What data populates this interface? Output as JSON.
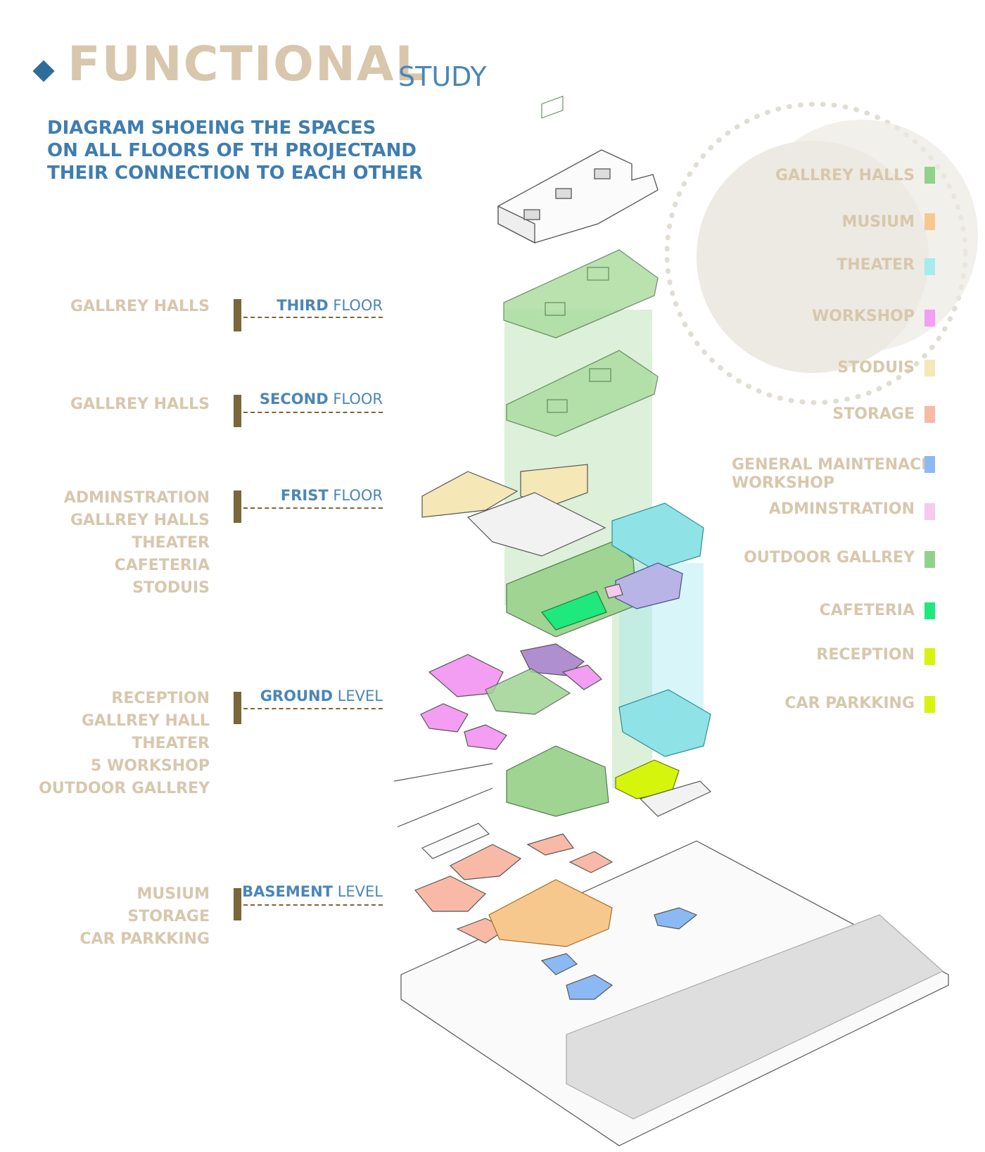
{
  "header": {
    "title_main": "FUNCTIONAL",
    "title_sub": "STUDY",
    "caption_lines": [
      "DIAGRAM SHOEING THE SPACES",
      "ON ALL FLOORS OF TH PROJECTAND",
      "THEIR CONNECTION TO EACH OTHER"
    ]
  },
  "floors": [
    {
      "name_bold": "THIRD",
      "name_rest": " FLOOR",
      "spaces": [
        "GALLREY HALLS"
      ]
    },
    {
      "name_bold": "SECOND",
      "name_rest": " FLOOR",
      "spaces": [
        "GALLREY HALLS"
      ]
    },
    {
      "name_bold": "FRIST",
      "name_rest": " FLOOR",
      "spaces": [
        "ADMINSTRATION",
        "GALLREY HALLS",
        "THEATER",
        "CAFETERIA",
        "STODUIS"
      ]
    },
    {
      "name_bold": "GROUND",
      "name_rest": " LEVEL",
      "spaces": [
        "RECEPTION",
        "GALLREY HALL",
        "THEATER",
        "5 WORKSHOP",
        "OUTDOOR GALLREY"
      ]
    },
    {
      "name_bold": "BASEMENT",
      "name_rest": " LEVEL",
      "spaces": [
        "MUSIUM",
        "STORAGE",
        "CAR PARKKING"
      ]
    }
  ],
  "legend": [
    {
      "label": "GALLREY HALLS",
      "color": "#8fd38a"
    },
    {
      "label": "MUSIUM",
      "color": "#f7c88e"
    },
    {
      "label": "THEATER",
      "color": "#a7ecec"
    },
    {
      "label": "WORKSHOP",
      "color": "#f39df3"
    },
    {
      "label": "STODUIS",
      "color": "#f5e7b6"
    },
    {
      "label": "STORAGE",
      "color": "#f8baa6"
    },
    {
      "label_lines": [
        "GENERAL MAINTENACE",
        "WORKSHOP"
      ],
      "color": "#8bb9f4"
    },
    {
      "label": "ADMINSTRATION",
      "color": "#f6c9ef"
    },
    {
      "label": "OUTDOOR GALLREY",
      "color": "#8fd38a"
    },
    {
      "label": "CAFETERIA",
      "color": "#1fe87c"
    },
    {
      "label": "RECEPTION",
      "color": "#d5f50c"
    },
    {
      "label": "CAR PARKKING",
      "color": "#d5f50c"
    }
  ],
  "accent_colors": {
    "title": "#d8c7ac",
    "caption": "#3e7db0",
    "floor_marker": "#7a6638"
  }
}
